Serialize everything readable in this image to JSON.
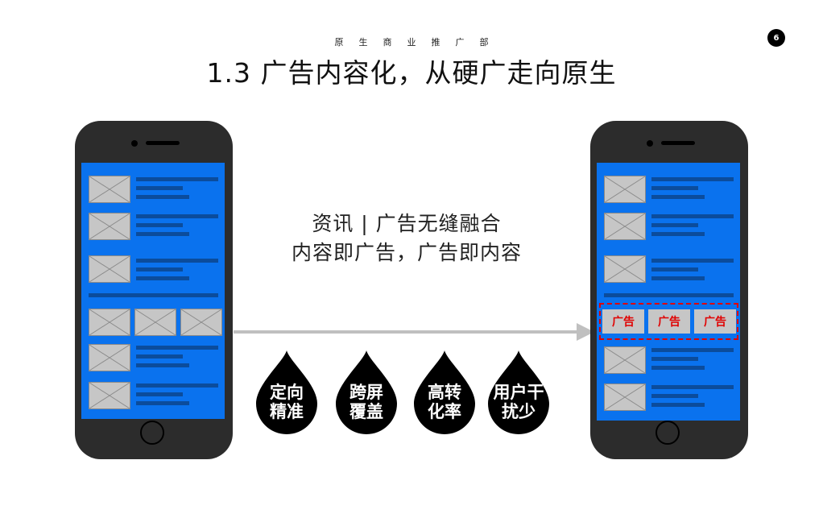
{
  "header": {
    "subtitle": "原生商业推广部",
    "title": "1.3 广告内容化，从硬广走向原生",
    "page_number": "6"
  },
  "center": {
    "line1": "资讯 | 广告无缝融合",
    "line2": "内容即广告，广告即内容"
  },
  "drops": [
    {
      "label": "定向\n精准"
    },
    {
      "label": "跨屏\n覆盖"
    },
    {
      "label": "高转\n化率"
    },
    {
      "label": "用户干\n扰少"
    }
  ],
  "ad_labels": [
    "广告",
    "广告",
    "广告"
  ],
  "colors": {
    "screen": "#0a72ee",
    "text_line": "#0b4c9c",
    "phone_body": "#2c2c2c",
    "ad_red": "#e00000",
    "arrow": "#c0c0c0"
  }
}
